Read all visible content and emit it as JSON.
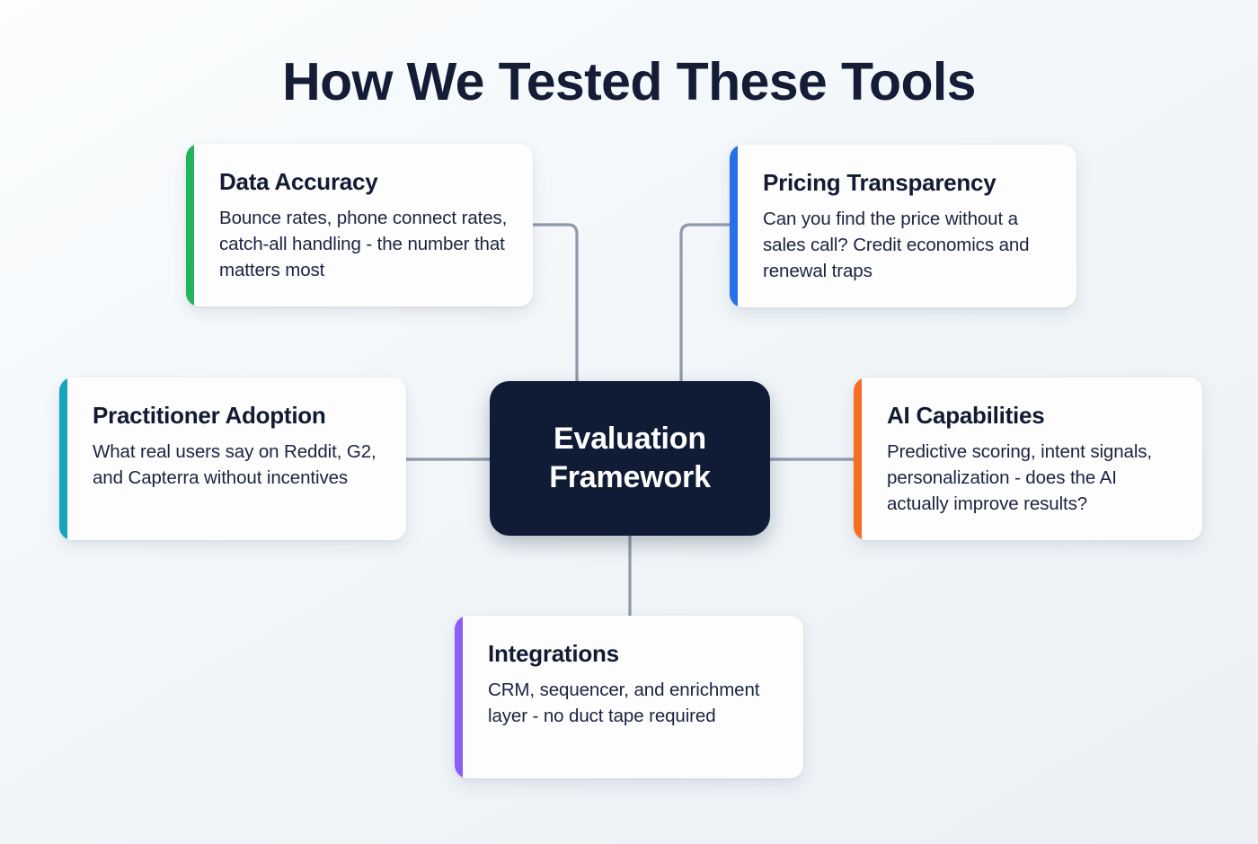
{
  "title": "How We Tested These Tools",
  "hub": {
    "label": "Evaluation Framework",
    "line1": "Evaluation",
    "line2": "Framework",
    "color": "#101b35",
    "text_color": "#ffffff"
  },
  "connector": {
    "color": "#8e99aa",
    "width": 3
  },
  "background": {
    "from": "#fbfdfe",
    "to": "#eaf0f4"
  },
  "nodes": [
    {
      "id": "data-accuracy",
      "title": "Data Accuracy",
      "description": "Bounce rates, phone connect rates, catch-all handling - the number that matters most",
      "accent": "#22b45a",
      "position": "top-left"
    },
    {
      "id": "pricing-transparency",
      "title": "Pricing Transparency",
      "description": "Can you find the price without a sales call? Credit economics and renewal traps",
      "accent": "#2570eb",
      "position": "top-right"
    },
    {
      "id": "practitioner-adoption",
      "title": "Practitioner Adoption",
      "description": "What real users say on Reddit, G2, and Capterra without incentives",
      "accent": "#17a3bb",
      "position": "middle-left"
    },
    {
      "id": "ai-capabilities",
      "title": "AI Capabilities",
      "description": "Predictive scoring, intent signals, personalization - does the AI actually improve results?",
      "accent": "#f86d26",
      "position": "middle-right"
    },
    {
      "id": "integrations",
      "title": "Integrations",
      "description": "CRM, sequencer, and enrichment layer - no duct tape required",
      "accent": "#8b5cf6",
      "position": "bottom-center"
    }
  ]
}
